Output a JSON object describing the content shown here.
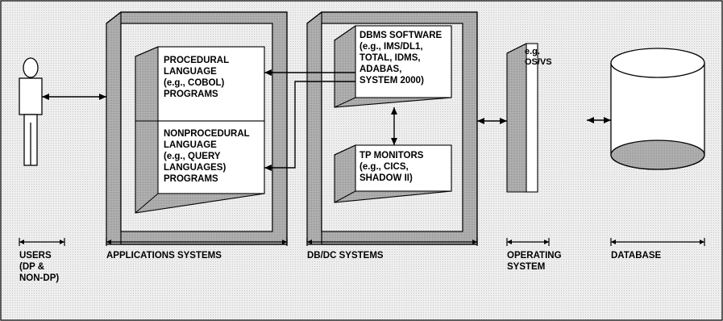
{
  "boxes": {
    "procedural": [
      "PROCEDURAL",
      "LANGUAGE",
      "(e.g., COBOL)",
      "PROGRAMS"
    ],
    "nonprocedural": [
      "NONPROCEDURAL",
      "LANGUAGE",
      "(e.g., QUERY",
      "LANGUAGES)",
      "PROGRAMS"
    ],
    "dbms": [
      "DBMS SOFTWARE",
      "(e.g., IMS/DL1,",
      "TOTAL, IDMS,",
      "ADABAS,",
      "SYSTEM 2000)"
    ],
    "tp": [
      "TP MONITORS",
      "(e.g., CICS,",
      "SHADOW II)"
    ],
    "os": [
      "e.g.",
      "OS/VS"
    ]
  },
  "labels": {
    "users": [
      "USERS",
      "(DP &",
      "NON-DP)"
    ],
    "applications": [
      "APPLICATIONS SYSTEMS"
    ],
    "dbdc": [
      "DB/DC SYSTEMS"
    ],
    "operating": [
      "OPERATING",
      "SYSTEM"
    ],
    "database": [
      "DATABASE"
    ]
  },
  "colors": {
    "background": "#e9e9e9",
    "shade": "#a8a8a8",
    "ink": "#000000",
    "paper": "#ffffff"
  }
}
